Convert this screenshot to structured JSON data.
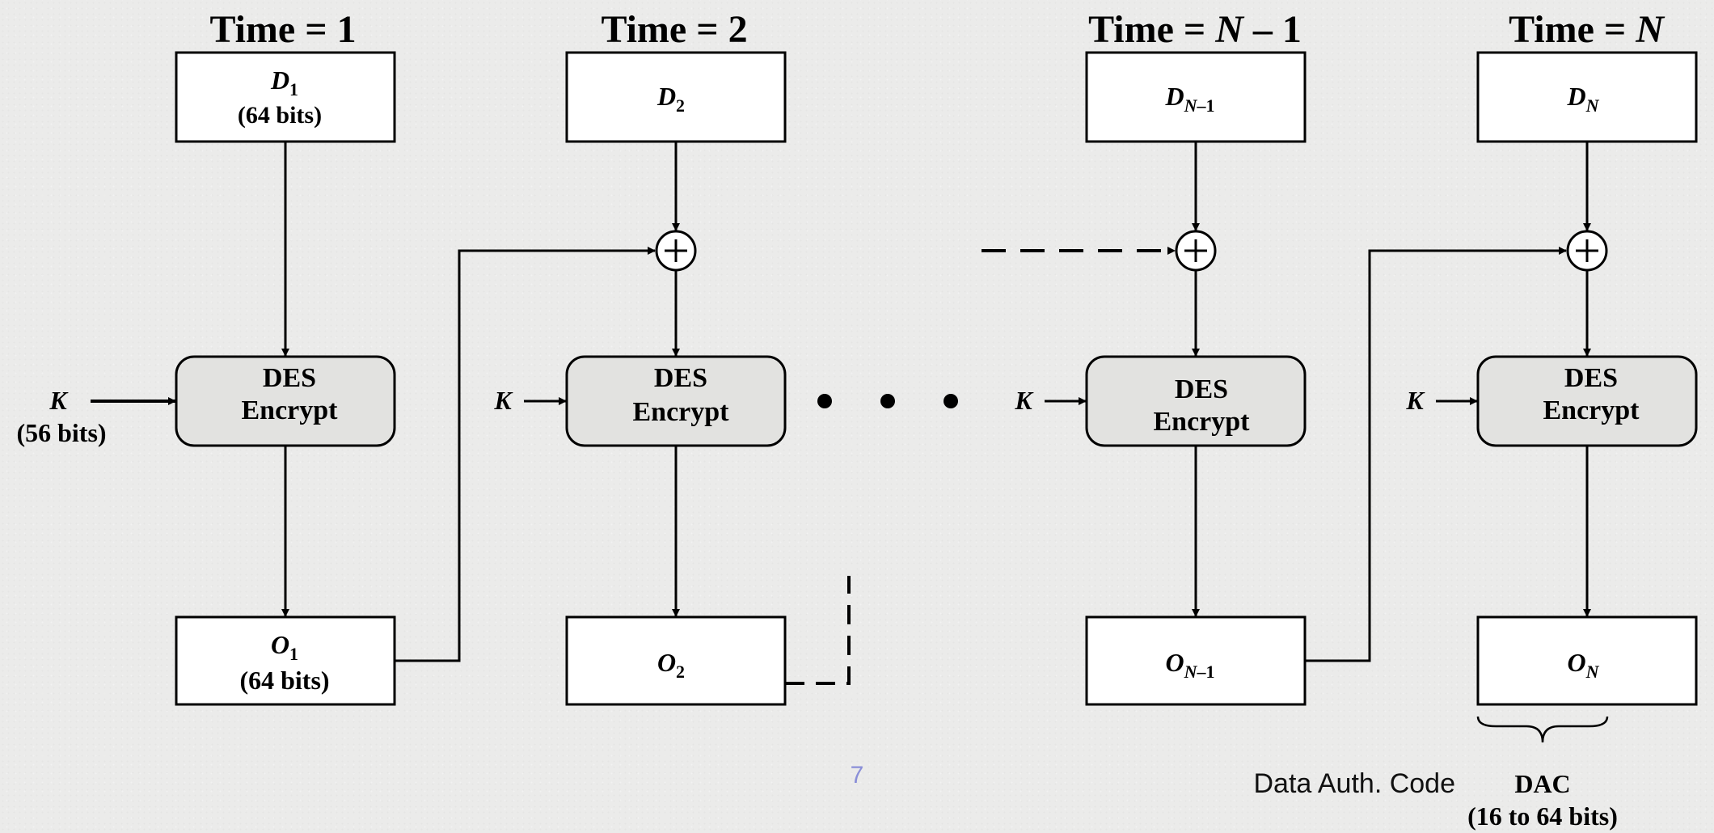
{
  "columns": [
    {
      "time_label": "Time = 1",
      "data": {
        "base": "D",
        "sub": "1",
        "sub_italic": false,
        "note": "(64 bits)"
      },
      "key": {
        "label": "K",
        "note": "(56 bits)"
      },
      "encrypt": {
        "line1": "DES",
        "line2": "Encrypt"
      },
      "output": {
        "base": "O",
        "sub": "1",
        "sub_italic": false,
        "note": "(64 bits)"
      }
    },
    {
      "time_label": "Time = 2",
      "data": {
        "base": "D",
        "sub": "2",
        "sub_italic": false,
        "note": ""
      },
      "key": {
        "label": "K",
        "note": ""
      },
      "encrypt": {
        "line1": "DES",
        "line2": "Encrypt"
      },
      "output": {
        "base": "O",
        "sub": "2",
        "sub_italic": false,
        "note": ""
      }
    },
    {
      "time_label": "Time = N – 1",
      "data": {
        "base": "D",
        "sub": "N–1",
        "sub_italic": true,
        "note": ""
      },
      "key": {
        "label": "K",
        "note": ""
      },
      "encrypt": {
        "line1": "DES",
        "line2": "Encrypt"
      },
      "output": {
        "base": "O",
        "sub": "N–1",
        "sub_italic": true,
        "note": ""
      }
    },
    {
      "time_label": "Time = N",
      "data": {
        "base": "D",
        "sub": "N",
        "sub_italic": true,
        "note": ""
      },
      "key": {
        "label": "K",
        "note": ""
      },
      "encrypt": {
        "line1": "DES",
        "line2": "Encrypt"
      },
      "output": {
        "base": "O",
        "sub": "N",
        "sub_italic": true,
        "note": ""
      }
    }
  ],
  "xor_symbol": "+",
  "ellipsis": "• • •",
  "dac": {
    "label": "DAC",
    "range": "(16 to 64 bits)",
    "annotation": "Data Auth. Code"
  },
  "page_number": "7",
  "colors": {
    "encrypt_fill": "#e2e2e0",
    "stroke": "#000000",
    "box_fill": "#ffffff",
    "page_number": "#8a8fd8"
  }
}
